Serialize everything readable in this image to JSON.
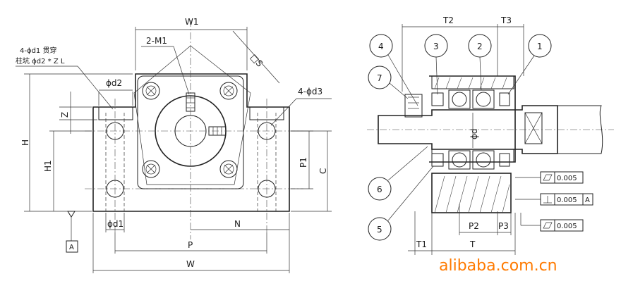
{
  "front_view": {
    "labels": {
      "W1": "W1",
      "M1": "2-M1",
      "S": "□S",
      "d1_note_line1": "4-ϕd1 贯穿",
      "d1_note_line2": "柱坑 ϕd2 * Z L",
      "d2": "ϕd2",
      "d3": "4-ϕd3",
      "Z": "Z",
      "H": "H",
      "H1": "H1",
      "P1": "P1",
      "C": "C",
      "d1_bottom": "ϕd1",
      "N": "N",
      "P": "P",
      "W": "W",
      "datum_A": "A"
    }
  },
  "side_view": {
    "labels": {
      "T2": "T2",
      "T3": "T3",
      "d": "ϕd",
      "P2": "P2",
      "P3": "P3",
      "T1": "T1",
      "T": "T"
    },
    "balloons": [
      "4",
      "3",
      "2",
      "1",
      "7",
      "6",
      "5"
    ],
    "tolerances": [
      {
        "symbol": "parallelogram",
        "value": "0.005",
        "datum": ""
      },
      {
        "symbol": "perpendicular",
        "value": "0.005",
        "datum": "A"
      },
      {
        "symbol": "parallelogram",
        "value": "0.005",
        "datum": ""
      }
    ]
  },
  "watermark": "alibaba.com.cn",
  "colors": {
    "line": "#222222",
    "watermark": "#ff7a00"
  }
}
